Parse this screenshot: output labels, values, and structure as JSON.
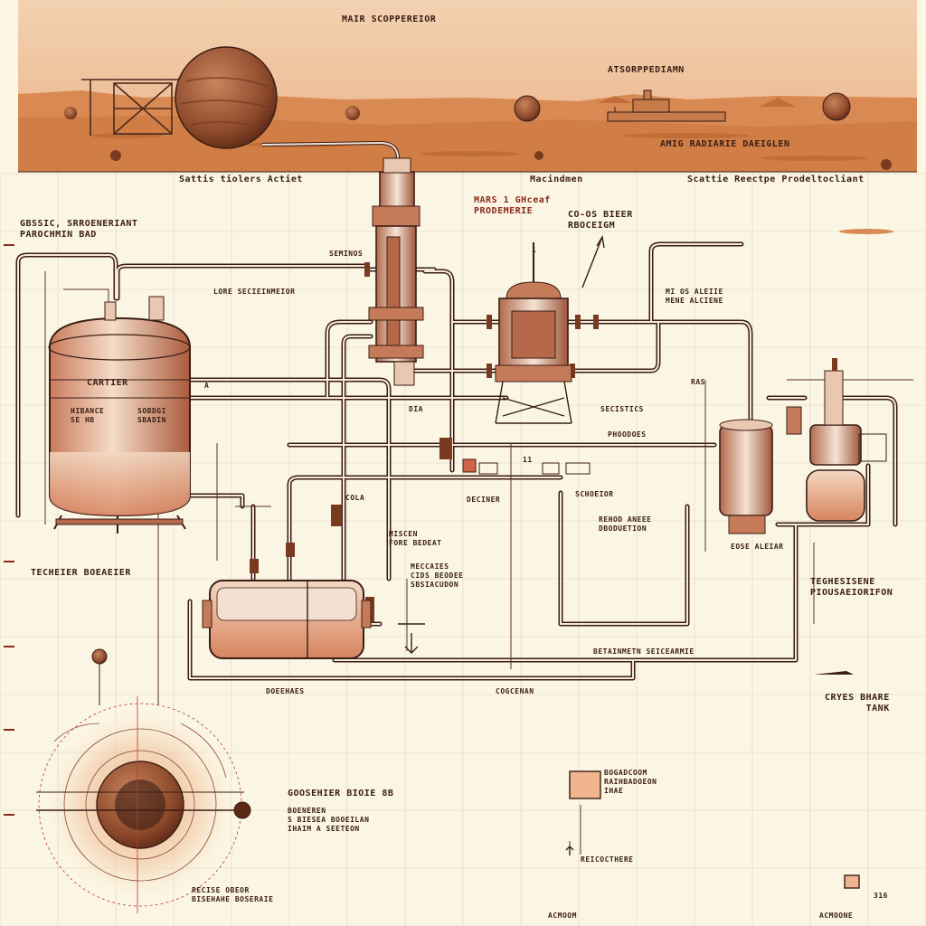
{
  "colors": {
    "paper": "#fbf6e4",
    "grid": "#dcc8b6",
    "ink": "#3b1d14",
    "accent": "#c0392b",
    "sky": "#f1c39a",
    "ground": "#d6844c",
    "copper": "#b5694a",
    "planet": "#8e4a2a"
  },
  "header": {
    "title": "MAIR SCOPPEREIOR",
    "atmos_label": "ATSORPPEDIAMN",
    "sand_label": "AMIG RADIARIE DAEIGLEN",
    "left_caption": "Sattis tiolers Actiet",
    "mid_caption": "Macindmen",
    "right_caption": "Scattie Reectpe Prodeltocliant"
  },
  "labels": {
    "top_left": "GBSSIC, SRROENERIANT\nPAROCHMIN BAD",
    "mars_tag": "MARS 1 GHceaf\nPRODEMERIE",
    "cos_label": "CO-OS BIEER\nRBOCEIGM",
    "seminos": "SEMINOS",
    "lore": "LORE SECIEINMEIOR",
    "right_small": "MI OS ALEIIE\nMENE ALCIENE",
    "cartier": "CARTIER",
    "hibance": "HIBANCE\nSE HB",
    "sobdgi": "SOBDGI\nSBADIN",
    "ras": "RAS",
    "secistics": "SECISTICS",
    "phoodoes": "PHOODOES",
    "dia": "DIA",
    "cola": "COLA",
    "deciner": "DECINER",
    "schoeior": "SCHOEIOR",
    "rehtod": "REHOD ANEEE\nDBODUETION",
    "miscen": "MISCEN\nFORE BEDEAT",
    "meccaies": "MECCAIES\nCIDS BEODEE\nSBSIACUDON",
    "eisie": "EOSE ALEIAR",
    "tech_left": "TECHEIER BOEAEIER",
    "tech_right": "TEGHESISENE\nPIOUSAEIORIFON",
    "betainmetn": "BETAINMETN SEICEARMIE",
    "doeehaes": "DOEEHAES",
    "cogcenan": "COGCENAN",
    "cryes_tank": "CRYES BHARE\nTANK",
    "goosehier": "GOOSEHIER BIOIE 8B",
    "boeneren": "BOENEREN\nS BIESEA BOOEILAN\nIHAIM A SEETEON",
    "bogadooom": "BOGADCOOM\nRAIHBADOEON\nIHAE",
    "reicocthere": "REICOCTHERE",
    "recise": "RECISE OBEOR\nBISEHAHE BOSERAIE",
    "acmom_bottom": "ACMOOM",
    "acmoone_right": "ACMOONE",
    "num_316": "316",
    "num_11": "11",
    "num_1": "1",
    "num_a": "A"
  },
  "icons": {
    "small_box": "square-indicator-icon",
    "arrow": "arrow-icon"
  }
}
